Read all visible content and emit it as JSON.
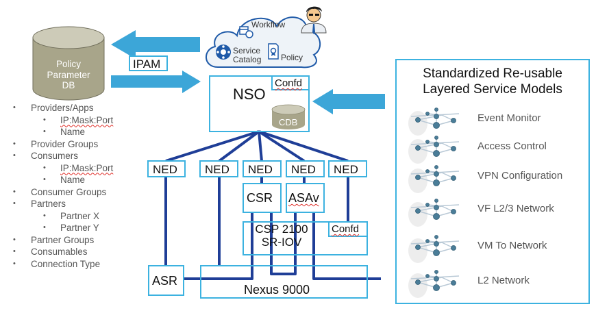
{
  "db": {
    "label_lines": [
      "Policy",
      "Parameter",
      "DB"
    ]
  },
  "ipam": {
    "label": "IPAM"
  },
  "cloud": {
    "workflow": "Workflow",
    "service_catalog_lines": [
      "Service",
      "Catalog"
    ],
    "policy": "Policy"
  },
  "nso": {
    "title": "NSO",
    "confd": "Confd",
    "cdb": "CDB"
  },
  "neds": [
    "NED",
    "NED",
    "NED",
    "NED",
    "NED"
  ],
  "devices": {
    "csr": "CSR",
    "asav": "ASAv",
    "csp_lines": [
      "CSP 2100",
      "SR-IOV"
    ],
    "csp_confd": "Confd",
    "asr": "ASR",
    "nexus": "Nexus 9000"
  },
  "param_list": [
    {
      "text": "Providers/Apps",
      "level": 1
    },
    {
      "text": "IP:Mask:Port",
      "level": 2,
      "flag": true
    },
    {
      "text": "Name",
      "level": 2
    },
    {
      "text": "Provider Groups",
      "level": 1
    },
    {
      "text": "Consumers",
      "level": 1
    },
    {
      "text": "IP:Mask:Port",
      "level": 2,
      "flag": true
    },
    {
      "text": "Name",
      "level": 2
    },
    {
      "text": "Consumer Groups",
      "level": 1
    },
    {
      "text": "Partners",
      "level": 1
    },
    {
      "text": "Partner X",
      "level": 2
    },
    {
      "text": "Partner Y",
      "level": 2
    },
    {
      "text": "Partner Groups",
      "level": 1
    },
    {
      "text": "Consumables",
      "level": 1
    },
    {
      "text": "Connection Type",
      "level": 1
    }
  ],
  "models": {
    "title_lines": [
      "Standardized Re-usable",
      "Layered Service Models"
    ],
    "items": [
      "Event Monitor",
      "Access Control",
      "VPN Configuration",
      "VF L2/3 Network",
      "VM To Network",
      "L2 Network"
    ]
  },
  "colors": {
    "accent": "#3ca6d8",
    "box_border": "#3cb2e0",
    "line": "#1f3e97",
    "db_fill": "#a8a58a"
  }
}
